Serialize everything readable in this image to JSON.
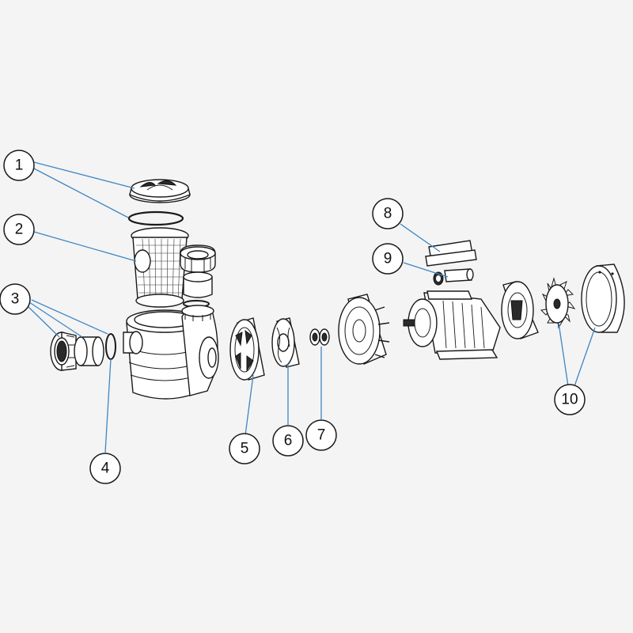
{
  "diagram": {
    "callouts": [
      {
        "id": "c1",
        "label": "1"
      },
      {
        "id": "c2",
        "label": "2"
      },
      {
        "id": "c3",
        "label": "3"
      },
      {
        "id": "c4",
        "label": "4"
      },
      {
        "id": "c5",
        "label": "5"
      },
      {
        "id": "c6",
        "label": "6"
      },
      {
        "id": "c7",
        "label": "7"
      },
      {
        "id": "c8",
        "label": "8"
      },
      {
        "id": "c9",
        "label": "9"
      },
      {
        "id": "c10",
        "label": "10"
      }
    ],
    "colors": {
      "leader_line": "#3e86c4",
      "outline": "#1a1a1a",
      "background": "#f4f4f4"
    }
  }
}
